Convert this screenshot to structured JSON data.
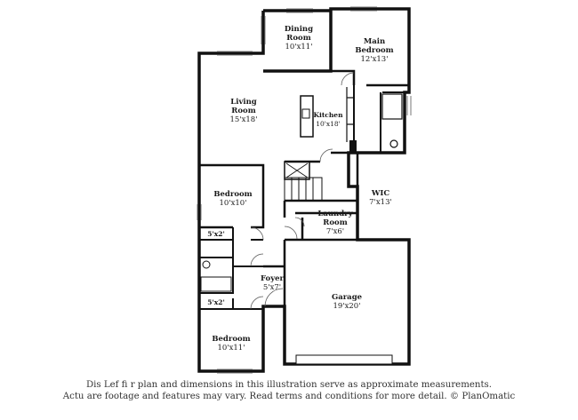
{
  "rooms": {
    "dining": {
      "name_line1": "Dining",
      "name_line2": "Room",
      "dim": "10'x11'"
    },
    "main_bedroom": {
      "name_line1": "Main",
      "name_line2": "Bedroom",
      "dim": "12'x13'"
    },
    "living": {
      "name_line1": "Living",
      "name_line2": "Room",
      "dim": "15'x18'"
    },
    "kitchen": {
      "name": "Kitchen",
      "dim": "10'x18'"
    },
    "bedroom_mid": {
      "name": "Bedroom",
      "dim": "10'x10'"
    },
    "wic": {
      "name": "WIC",
      "dim": "7'x13'"
    },
    "laundry": {
      "name_line1": "Laundry",
      "name_line2": "Room",
      "dim": "7'x6'"
    },
    "closet_upper": {
      "dim": "5'x2'"
    },
    "closet_lower": {
      "dim": "5'x2'"
    },
    "foyer": {
      "name": "Foyer",
      "dim": "5'x7'"
    },
    "garage": {
      "name": "Garage",
      "dim": "19'x20'"
    },
    "bedroom_low": {
      "name": "Bedroom",
      "dim": "10'x11'"
    }
  },
  "disclaimer": {
    "line1": "Dis    Lef   fi  r  plan  and dimensions in this illustration serve as approximate measurements.",
    "line2": "Actu    are footage and features may vary. Read terms and conditions for more detail. © PlanOmatic"
  }
}
